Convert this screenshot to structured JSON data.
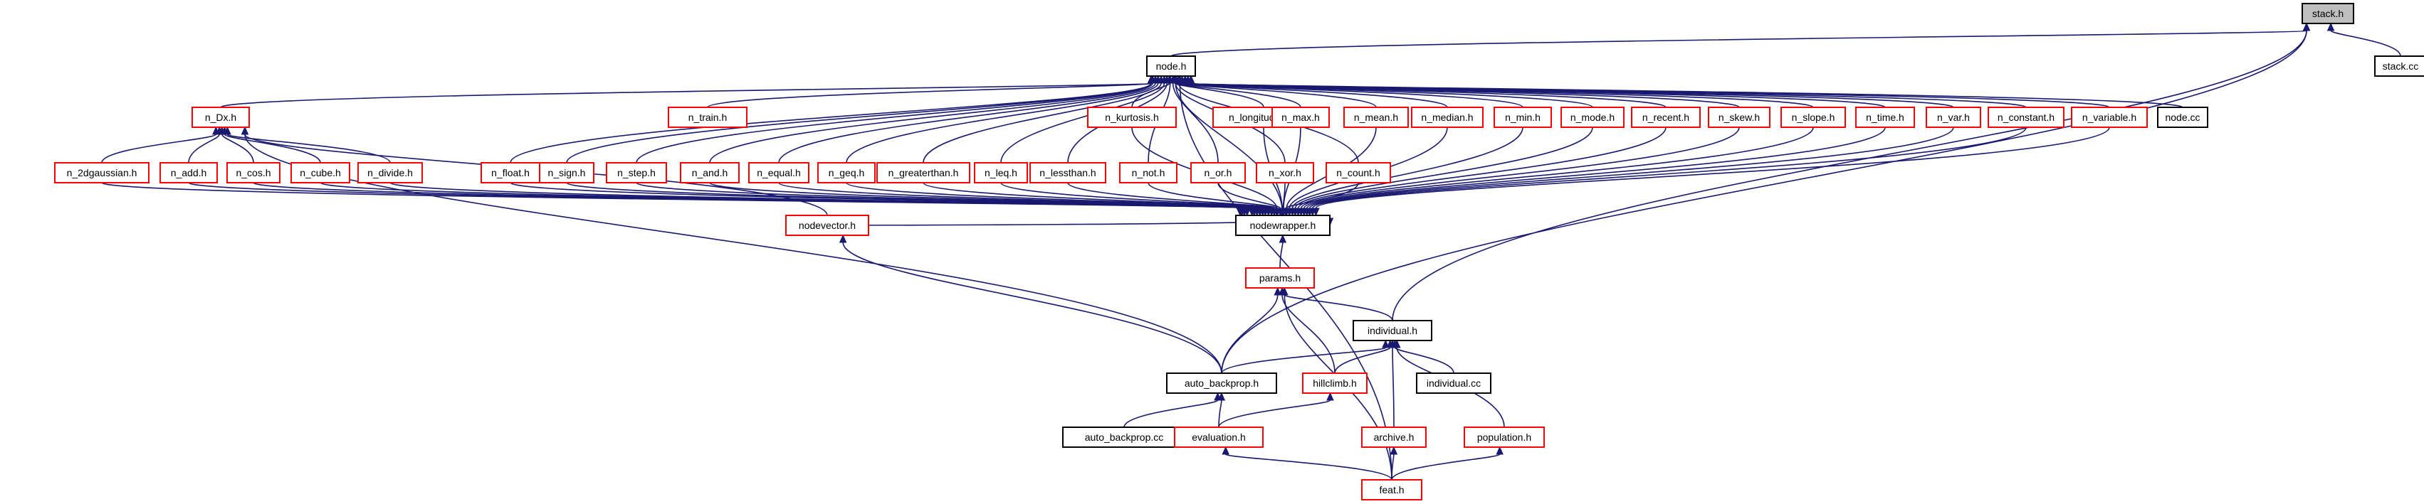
{
  "colors": {
    "red_border": "#ff0000",
    "black_border": "#000000",
    "root_fill": "#bfbfbf",
    "edge": "#191970"
  },
  "nodes": [
    {
      "id": "stack",
      "label": "stack.h",
      "style": "root"
    },
    {
      "id": "stackcc",
      "label": "stack.cc",
      "style": "black"
    },
    {
      "id": "node",
      "label": "node.h",
      "style": "black"
    },
    {
      "id": "nDx",
      "label": "n_Dx.h",
      "style": "red"
    },
    {
      "id": "ntrain",
      "label": "n_train.h",
      "style": "red"
    },
    {
      "id": "nkurt",
      "label": "n_kurtosis.h",
      "style": "red"
    },
    {
      "id": "nlong",
      "label": "n_longitudinal.h",
      "style": "red"
    },
    {
      "id": "nmax",
      "label": "n_max.h",
      "style": "red"
    },
    {
      "id": "nmean",
      "label": "n_mean.h",
      "style": "red"
    },
    {
      "id": "nmedian",
      "label": "n_median.h",
      "style": "red"
    },
    {
      "id": "nmin",
      "label": "n_min.h",
      "style": "red"
    },
    {
      "id": "nmode",
      "label": "n_mode.h",
      "style": "red"
    },
    {
      "id": "nrecent",
      "label": "n_recent.h",
      "style": "red"
    },
    {
      "id": "nskew",
      "label": "n_skew.h",
      "style": "red"
    },
    {
      "id": "nslope",
      "label": "n_slope.h",
      "style": "red"
    },
    {
      "id": "ntime",
      "label": "n_time.h",
      "style": "red"
    },
    {
      "id": "nvar",
      "label": "n_var.h",
      "style": "red"
    },
    {
      "id": "nconst",
      "label": "n_constant.h",
      "style": "red"
    },
    {
      "id": "nvariable",
      "label": "n_variable.h",
      "style": "red"
    },
    {
      "id": "nodecc",
      "label": "node.cc",
      "style": "black"
    },
    {
      "id": "n2dg",
      "label": "n_2dgaussian.h",
      "style": "red"
    },
    {
      "id": "nadd",
      "label": "n_add.h",
      "style": "red"
    },
    {
      "id": "ncos",
      "label": "n_cos.h",
      "style": "red"
    },
    {
      "id": "ncube",
      "label": "n_cube.h",
      "style": "red"
    },
    {
      "id": "ndivide",
      "label": "n_divide.h",
      "style": "red"
    },
    {
      "id": "nfloat",
      "label": "n_float.h",
      "style": "red"
    },
    {
      "id": "nsign",
      "label": "n_sign.h",
      "style": "red"
    },
    {
      "id": "nstep",
      "label": "n_step.h",
      "style": "red"
    },
    {
      "id": "nand",
      "label": "n_and.h",
      "style": "red"
    },
    {
      "id": "nequal",
      "label": "n_equal.h",
      "style": "red"
    },
    {
      "id": "ngeq",
      "label": "n_geq.h",
      "style": "red"
    },
    {
      "id": "ngt",
      "label": "n_greaterthan.h",
      "style": "red"
    },
    {
      "id": "nleq",
      "label": "n_leq.h",
      "style": "red"
    },
    {
      "id": "nlt",
      "label": "n_lessthan.h",
      "style": "red"
    },
    {
      "id": "nnot",
      "label": "n_not.h",
      "style": "red"
    },
    {
      "id": "nor",
      "label": "n_or.h",
      "style": "red"
    },
    {
      "id": "nxor",
      "label": "n_xor.h",
      "style": "red"
    },
    {
      "id": "ncount",
      "label": "n_count.h",
      "style": "red"
    },
    {
      "id": "nvec",
      "label": "nodevector.h",
      "style": "red"
    },
    {
      "id": "nwrap",
      "label": "nodewrapper.h",
      "style": "black"
    },
    {
      "id": "params",
      "label": "params.h",
      "style": "red"
    },
    {
      "id": "indiv",
      "label": "individual.h",
      "style": "black"
    },
    {
      "id": "autobp",
      "label": "auto_backprop.h",
      "style": "black"
    },
    {
      "id": "hill",
      "label": "hillclimb.h",
      "style": "red"
    },
    {
      "id": "indivcc",
      "label": "individual.cc",
      "style": "black"
    },
    {
      "id": "autobpcc",
      "label": "auto_backprop.cc",
      "style": "black"
    },
    {
      "id": "eval",
      "label": "evaluation.h",
      "style": "red"
    },
    {
      "id": "archive",
      "label": "archive.h",
      "style": "red"
    },
    {
      "id": "pop",
      "label": "population.h",
      "style": "red"
    },
    {
      "id": "feat",
      "label": "feat.h",
      "style": "red"
    }
  ],
  "edges": [
    [
      "stackcc",
      "stack"
    ],
    [
      "node",
      "stack"
    ],
    [
      "indiv",
      "stack"
    ],
    [
      "autobp",
      "stack"
    ],
    [
      "nDx",
      "node"
    ],
    [
      "ntrain",
      "node"
    ],
    [
      "nkurt",
      "node"
    ],
    [
      "nlong",
      "node"
    ],
    [
      "nmax",
      "node"
    ],
    [
      "nmean",
      "node"
    ],
    [
      "nmedian",
      "node"
    ],
    [
      "nmin",
      "node"
    ],
    [
      "nmode",
      "node"
    ],
    [
      "nrecent",
      "node"
    ],
    [
      "nskew",
      "node"
    ],
    [
      "nslope",
      "node"
    ],
    [
      "ntime",
      "node"
    ],
    [
      "nvar",
      "node"
    ],
    [
      "nconst",
      "node"
    ],
    [
      "nvariable",
      "node"
    ],
    [
      "nodecc",
      "node"
    ],
    [
      "nfloat",
      "node"
    ],
    [
      "nsign",
      "node"
    ],
    [
      "nstep",
      "node"
    ],
    [
      "nand",
      "node"
    ],
    [
      "nequal",
      "node"
    ],
    [
      "ngeq",
      "node"
    ],
    [
      "ngt",
      "node"
    ],
    [
      "nleq",
      "node"
    ],
    [
      "nlt",
      "node"
    ],
    [
      "nnot",
      "node"
    ],
    [
      "nor",
      "node"
    ],
    [
      "nxor",
      "node"
    ],
    [
      "ncount",
      "node"
    ],
    [
      "nwrap",
      "node"
    ],
    [
      "feat",
      "node"
    ],
    [
      "n2dg",
      "nDx"
    ],
    [
      "nadd",
      "nDx"
    ],
    [
      "ncos",
      "nDx"
    ],
    [
      "ncube",
      "nDx"
    ],
    [
      "ndivide",
      "nDx"
    ],
    [
      "nvec",
      "nDx"
    ],
    [
      "autobp",
      "nDx"
    ],
    [
      "n2dg",
      "nwrap"
    ],
    [
      "nadd",
      "nwrap"
    ],
    [
      "ncos",
      "nwrap"
    ],
    [
      "ncube",
      "nwrap"
    ],
    [
      "ndivide",
      "nwrap"
    ],
    [
      "nfloat",
      "nwrap"
    ],
    [
      "nsign",
      "nwrap"
    ],
    [
      "nstep",
      "nwrap"
    ],
    [
      "nand",
      "nwrap"
    ],
    [
      "nequal",
      "nwrap"
    ],
    [
      "ngeq",
      "nwrap"
    ],
    [
      "ngt",
      "nwrap"
    ],
    [
      "nleq",
      "nwrap"
    ],
    [
      "nlt",
      "nwrap"
    ],
    [
      "nnot",
      "nwrap"
    ],
    [
      "nor",
      "nwrap"
    ],
    [
      "nxor",
      "nwrap"
    ],
    [
      "ncount",
      "nwrap"
    ],
    [
      "nkurt",
      "nwrap"
    ],
    [
      "nlong",
      "nwrap"
    ],
    [
      "nmax",
      "nwrap"
    ],
    [
      "nmean",
      "nwrap"
    ],
    [
      "nmedian",
      "nwrap"
    ],
    [
      "nmin",
      "nwrap"
    ],
    [
      "nmode",
      "nwrap"
    ],
    [
      "nrecent",
      "nwrap"
    ],
    [
      "nskew",
      "nwrap"
    ],
    [
      "nslope",
      "nwrap"
    ],
    [
      "ntime",
      "nwrap"
    ],
    [
      "nvar",
      "nwrap"
    ],
    [
      "nconst",
      "nwrap"
    ],
    [
      "nvariable",
      "nwrap"
    ],
    [
      "nvec",
      "nwrap"
    ],
    [
      "params",
      "nwrap"
    ],
    [
      "autobp",
      "nvec"
    ],
    [
      "indiv",
      "params"
    ],
    [
      "autobp",
      "params"
    ],
    [
      "hill",
      "params"
    ],
    [
      "feat",
      "params"
    ],
    [
      "hill",
      "indiv"
    ],
    [
      "indivcc",
      "indiv"
    ],
    [
      "archive",
      "indiv"
    ],
    [
      "pop",
      "indiv"
    ],
    [
      "autobp",
      "indiv"
    ],
    [
      "autobpcc",
      "autobp"
    ],
    [
      "eval",
      "autobp"
    ],
    [
      "eval",
      "hill"
    ],
    [
      "feat",
      "eval"
    ],
    [
      "feat",
      "archive"
    ],
    [
      "feat",
      "pop"
    ]
  ]
}
